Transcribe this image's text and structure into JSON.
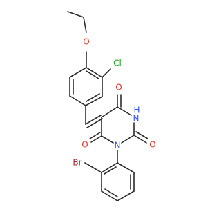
{
  "colors": {
    "background": "#ffffff",
    "bond": "#2b2b2b",
    "oxygen": "#e8312a",
    "nitrogen": "#3050f8",
    "chlorine": "#1fa51f",
    "bromine": "#a52a2a"
  },
  "atoms": {
    "O_ethoxy": "O",
    "Cl": "Cl",
    "O_c4": "O",
    "NH": "H\nN",
    "O_c2": "O",
    "O_c6": "O",
    "N1": "N",
    "Br": "Br"
  }
}
